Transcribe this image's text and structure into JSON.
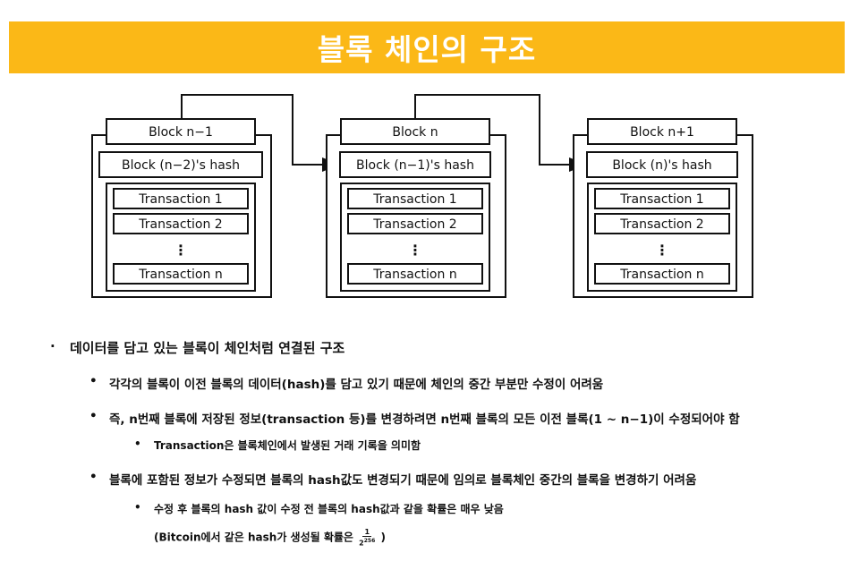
{
  "title": "블록 체인의 구조",
  "blocks": [
    {
      "header": "Block n−1",
      "prev_hash": "Block (n−2)'s hash",
      "transactions": [
        "Transaction 1",
        "Transaction 2",
        "Transaction n"
      ],
      "ellipsis": "⋮"
    },
    {
      "header": "Block n",
      "prev_hash": "Block (n−1)'s hash",
      "transactions": [
        "Transaction 1",
        "Transaction 2",
        "Transaction n"
      ],
      "ellipsis": "⋮"
    },
    {
      "header": "Block n+1",
      "prev_hash": "Block (n)'s hash",
      "transactions": [
        "Transaction 1",
        "Transaction 2",
        "Transaction n"
      ],
      "ellipsis": "⋮"
    }
  ],
  "bullets": {
    "main": "데이터를 담고 있는 블록이 체인처럼 연결된 구조",
    "item1": "각각의 블록이 이전 블록의 데이터(hash)를 담고 있기 때문에 체인의 중간 부분만 수정이 어려움",
    "item2": "즉, n번째 블록에 저장된 정보(transaction 등)를 변경하려면 n번째 블록의 모든 이전 블록(1 ~ n−1)이 수정되어야 함",
    "item2_sub": "Transaction은 블록체인에서 발생된 거래 기록을 의미함",
    "item3": "블록에 포함된 정보가 수정되면 블록의 hash값도 변경되기 때문에 임의로 블록체인 중간의 블록을 변경하기 어려움",
    "item3_sub1": "수정 후 블록의 hash 값이 수정 전 블록의 hash값과 같을 확률은 매우 낮음",
    "item3_sub2_prefix": "(Bitcoin에서 같은 hash가 생성될 확률은",
    "item3_sub2_num": "1",
    "item3_sub2_den_base": "2",
    "item3_sub2_den_exp": "256",
    "item3_sub2_suffix": ")"
  },
  "bullet_marks": {
    "main": "·",
    "level2": "•",
    "level3": "•"
  }
}
